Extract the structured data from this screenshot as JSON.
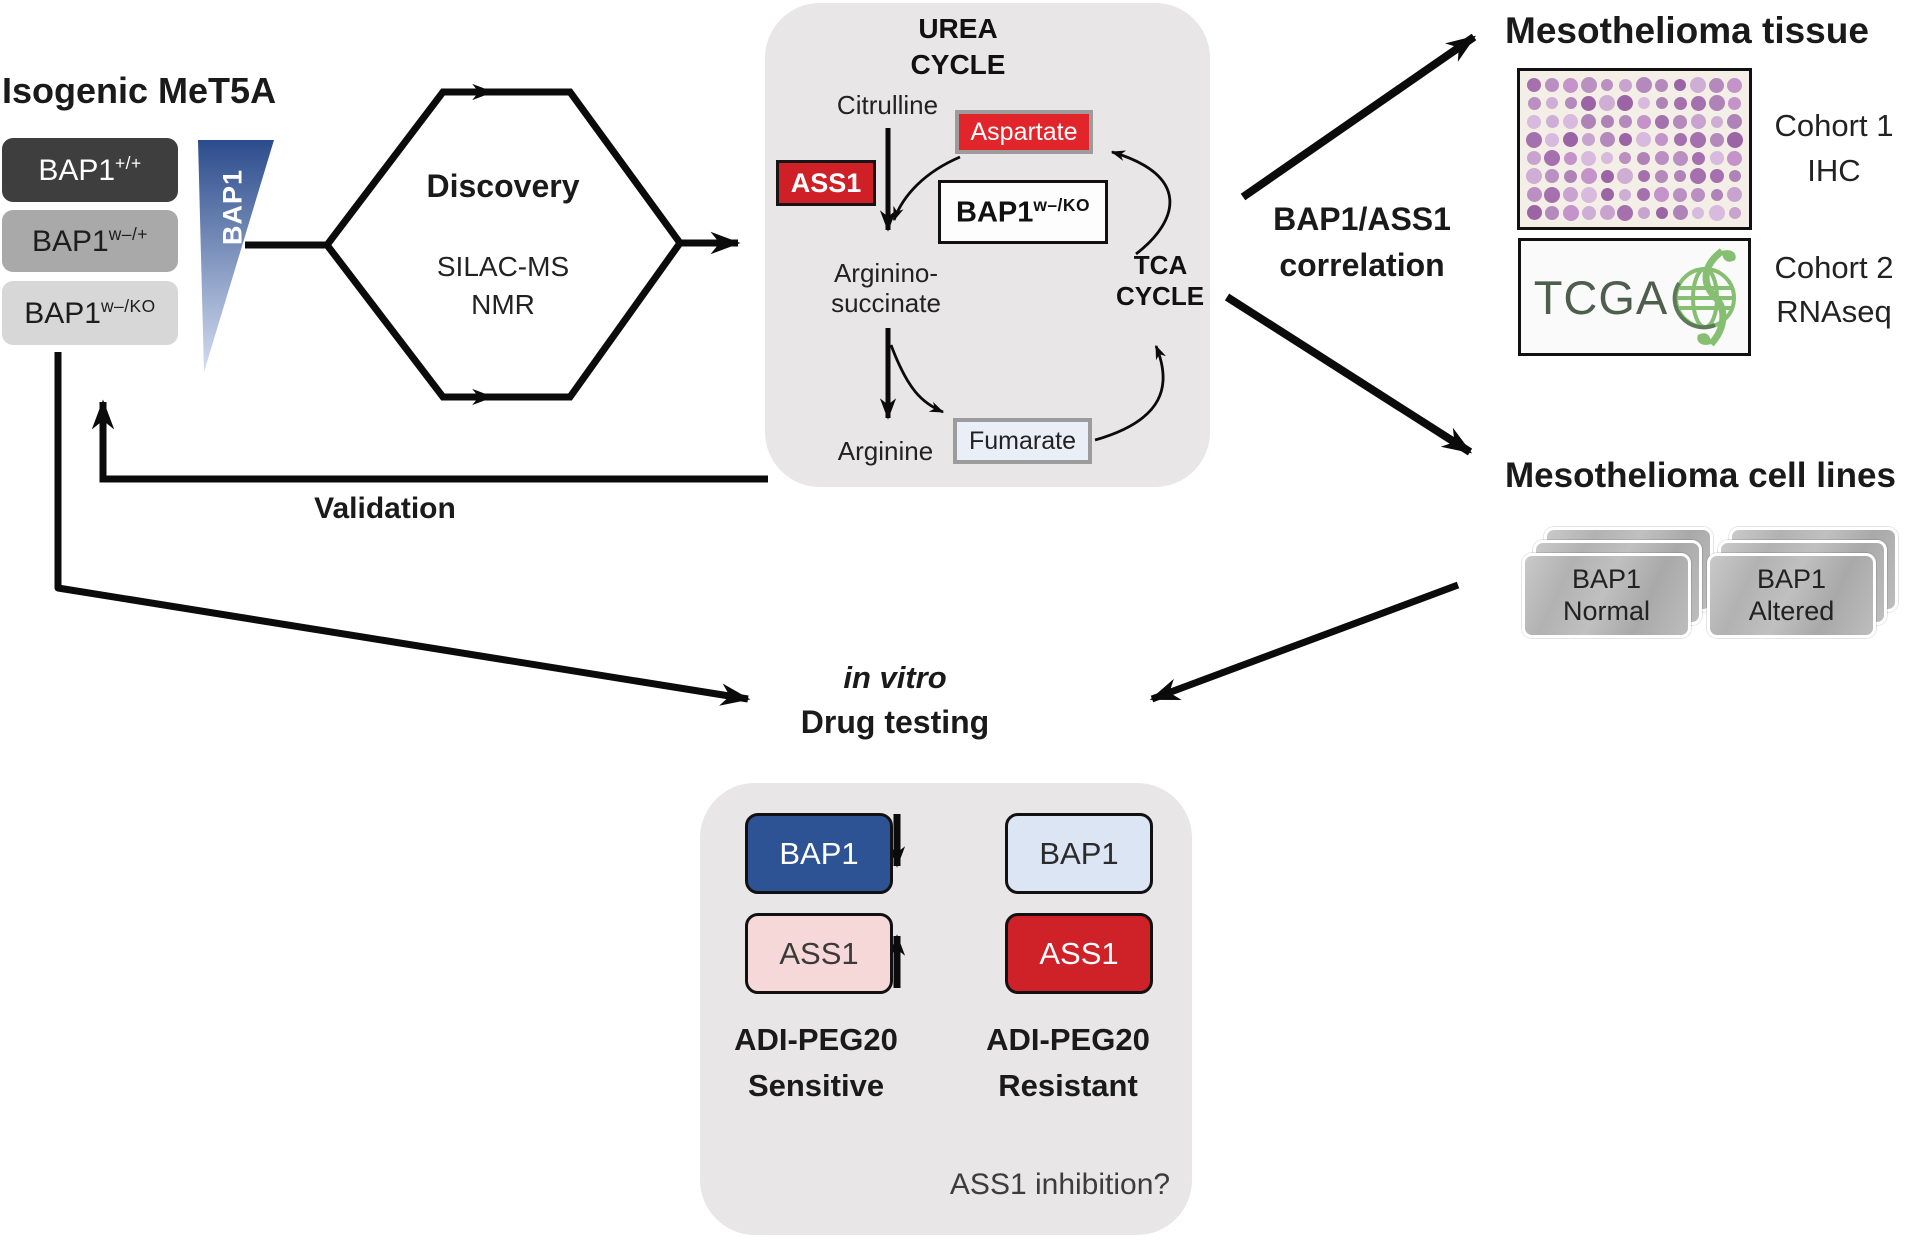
{
  "figure": {
    "isogenic": {
      "title": "Isogenic MeT5A",
      "triangle_label": "BAP1",
      "boxes": [
        {
          "base": "BAP1",
          "sup": "+/+"
        },
        {
          "base": "BAP1",
          "sup": "w–/+"
        },
        {
          "base": "BAP1",
          "sup": "w–/KO"
        }
      ]
    },
    "discovery": {
      "title": "Discovery",
      "line1": "SILAC-MS",
      "line2": "NMR"
    },
    "urea": {
      "title_line1": "UREA",
      "title_line2": "CYCLE",
      "citrulline": "Citrulline",
      "aspartate": "Aspartate",
      "ass1": "ASS1",
      "bap1_base": "BAP1",
      "bap1_sup": "w–/KO",
      "arginino_line1": "Arginino-",
      "arginino_line2": "succinate",
      "tca_line1": "TCA",
      "tca_line2": "CYCLE",
      "arginine": "Arginine",
      "fumarate": "Fumarate"
    },
    "correlation": {
      "line1": "BAP1/ASS1",
      "line2": "correlation"
    },
    "tissue": {
      "title": "Mesothelioma tissue",
      "cohort1_line1": "Cohort 1",
      "cohort1_line2": "IHC",
      "tcga": "TCGA",
      "cohort2_line1": "Cohort 2",
      "cohort2_line2": "RNAseq",
      "tma_palette": [
        "#b489bc",
        "#c9a3cf",
        "#a570ae",
        "#d7bade",
        "#c393ca",
        "#b083b8",
        "#9b64a5",
        "#cfaed6",
        "#ba90c2"
      ]
    },
    "cell_lines": {
      "title": "Mesothelioma cell lines",
      "normal_line1": "BAP1",
      "normal_line2": "Normal",
      "altered_line1": "BAP1",
      "altered_line2": "Altered"
    },
    "validation_label": "Validation",
    "invitro": {
      "line1": "in vitro",
      "line2": "Drug testing"
    },
    "drug": {
      "bap1_high": "BAP1",
      "ass1_low": "ASS1",
      "bap1_low": "BAP1",
      "ass1_high": "ASS1",
      "sensitive_line1": "ADI-PEG20",
      "sensitive_line2": "Sensitive",
      "resistant_line1": "ADI-PEG20",
      "resistant_line2": "Resistant",
      "question": "ASS1 inhibition?"
    },
    "colors": {
      "accent_red": "#cf2128",
      "dark_blue": "#2e5395",
      "light_blue": "#dbe5f4",
      "pink": "#f7d8d8",
      "panel_gray": "#e8e6e6",
      "tcga_green": "#4e5d4e",
      "globe_green": "#86bf72",
      "triangle_blue_top": "#2b4c8c",
      "triangle_blue_bottom": "#d4ddf0"
    }
  }
}
